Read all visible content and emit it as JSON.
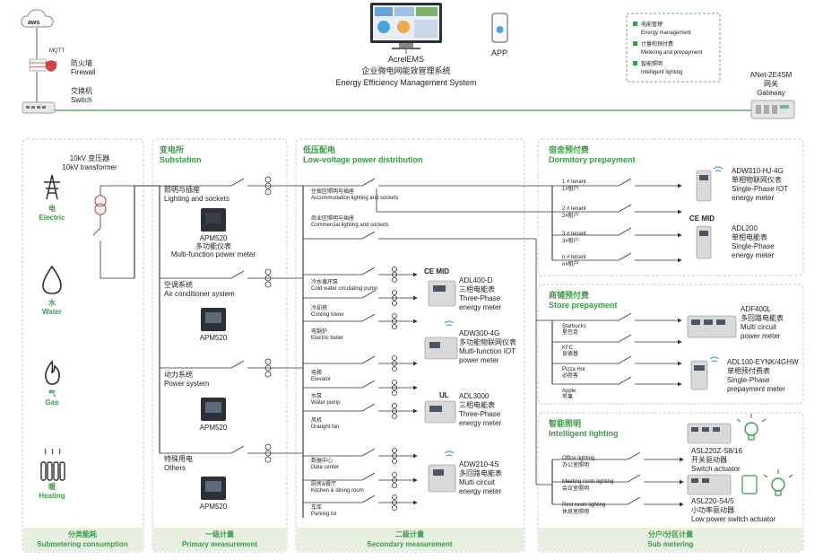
{
  "top": {
    "cloud_label": "aws",
    "mqtt": "MQTT",
    "firewall_zh": "防火墙",
    "firewall_en": "Firewall",
    "switch_zh": "交换机",
    "switch_en": "Switch",
    "ems_line1": "AcrelEMS",
    "ems_line2": "企业微电网能效管理系统",
    "ems_line3": "Energy Efficiency Management System",
    "app": "APP",
    "features": [
      {
        "zh": "电能管理",
        "en": "Energy management"
      },
      {
        "zh": "计量和预付费",
        "en": "Metering and prepayment"
      },
      {
        "zh": "智能照明",
        "en": "Intelligent lighting"
      }
    ],
    "gateway_model": "ANet-2E4SM",
    "gateway_zh": "网关",
    "gateway_en": "Gateway"
  },
  "energy": {
    "transformer_zh": "10kV 变压器",
    "transformer_en": "10kV transformer",
    "items": [
      {
        "zh": "电",
        "en": "Electric",
        "icon": "electric-pylon-icon"
      },
      {
        "zh": "水",
        "en": "Water",
        "icon": "water-drop-icon"
      },
      {
        "zh": "气",
        "en": "Gas",
        "icon": "gas-flame-icon"
      },
      {
        "zh": "暖",
        "en": "Heating",
        "icon": "radiator-icon"
      }
    ]
  },
  "substation": {
    "title_zh": "变电所",
    "title_en": "Substation",
    "groups": [
      {
        "zh": "照明与插座",
        "en": "Lighting and sockets"
      },
      {
        "zh": "空调系统",
        "en": "Air conditioner system"
      },
      {
        "zh": "动力系统",
        "en": "Power system"
      },
      {
        "zh": "特殊用电",
        "en": "Others"
      }
    ],
    "meter1_model": "APM520",
    "meter1_zh": "多功能仪表",
    "meter1_en": "Multi-function power meter",
    "meter_model": "APM520"
  },
  "lowvoltage": {
    "title_zh": "低压配电",
    "title_en": "Low-voltage power distribution",
    "top_loads": [
      {
        "zh": "住宿区照明与插座",
        "en": "Accommodation lighting and sockets"
      },
      {
        "zh": "商业区照明与插座",
        "en": "Commercial lighting and sockets"
      }
    ],
    "loads": [
      {
        "zh": "冷水循环泵",
        "en": "Cold water circulating pump"
      },
      {
        "zh": "冷却塔",
        "en": "Cooling tower"
      },
      {
        "zh": "电锅炉",
        "en": "Electric boiler"
      },
      {
        "zh": "电梯",
        "en": "Elevator"
      },
      {
        "zh": "水泵",
        "en": "Water pump"
      },
      {
        "zh": "风机",
        "en": "Draught fan"
      },
      {
        "zh": "数据中心",
        "en": "Data center"
      },
      {
        "zh": "厨房&餐厅",
        "en": "Kitchen & dining room"
      },
      {
        "zh": "车库",
        "en": "Parking lot"
      }
    ],
    "meters": [
      {
        "cert": "CE MID",
        "model": "ADL400-D",
        "zh": "三相电能表",
        "en1": "Three-Phase",
        "en2": "energy meter"
      },
      {
        "cert": "",
        "model": "ADW300-4G",
        "zh": "多功能物联网仪表",
        "en1": "Multi-function IOT",
        "en2": "power meter"
      },
      {
        "cert": "UL",
        "model": "ADL3000",
        "zh": "三相电能表",
        "en1": "Three-Phase",
        "en2": "energy meter"
      },
      {
        "cert": "",
        "model": "ADW210-4S",
        "zh": "多回路电能表",
        "en1": "Multi circuit",
        "en2": "energy meter"
      }
    ]
  },
  "dormitory": {
    "title_zh": "宿舍预付费",
    "title_en": "Dormitory prepayment",
    "tenants": [
      {
        "en": "1 # tenant",
        "zh": "1#租户"
      },
      {
        "en": "2 # tenant",
        "zh": "2#租户"
      },
      {
        "en": "3 # tenant",
        "zh": "3#租户"
      },
      {
        "en": "n # tenant",
        "zh": "n#租户"
      }
    ],
    "meters": [
      {
        "cert": "",
        "model": "ADW310-HJ-4G",
        "zh": "单相物联网仪表",
        "en1": "Single-Phase IOT",
        "en2": "energy meter"
      },
      {
        "cert": "CE MID",
        "model": "ADL200",
        "zh": "单相电能表",
        "en1": "Single-Phase",
        "en2": "energy meter"
      }
    ]
  },
  "store": {
    "title_zh": "商铺预付费",
    "title_en": "Store prepayment",
    "shops": [
      {
        "en": "Starbucks",
        "zh": "星巴克"
      },
      {
        "en": "KFC",
        "zh": "肯德基"
      },
      {
        "en": "Pizza Hut",
        "zh": "必胜客"
      },
      {
        "en": "Apple",
        "zh": "苹果"
      }
    ],
    "meters": [
      {
        "model": "ADF400L",
        "zh": "多回路电能表",
        "en1": "Multi circuit",
        "en2": "power meter"
      },
      {
        "model": "ADL100-EYNK/4GHW",
        "zh": "单相预付费表",
        "en1": "Single-Phase",
        "en2": "prepayment meter"
      }
    ]
  },
  "lighting": {
    "title_zh": "智能照明",
    "title_en": "Intelligent lighting",
    "rooms": [
      {
        "en": "Office lighting",
        "zh": "办公室照明"
      },
      {
        "en": "Meeting room lighting",
        "zh": "会议室照明"
      },
      {
        "en": "Rest room lighting",
        "zh": "休息室照明"
      }
    ],
    "devices": [
      {
        "model": "ASL220Z-S8/16",
        "zh": "开关驱动器",
        "en": "Switch actuator"
      },
      {
        "model": "ASL220-S4/5",
        "zh": "小功率驱动器",
        "en": "Low power switch actuator"
      }
    ]
  },
  "footer": [
    {
      "zh": "分类能耗",
      "en": "Submetering consumption"
    },
    {
      "zh": "一级计量",
      "en": "Primary measurement"
    },
    {
      "zh": "二级计量",
      "en": "Secondary measurement"
    },
    {
      "zh": "分户/分区计量",
      "en": "Sub metering"
    }
  ],
  "colors": {
    "accent": "#3a9a48",
    "footer_bg": "#e6efe0",
    "line": "#333333"
  }
}
